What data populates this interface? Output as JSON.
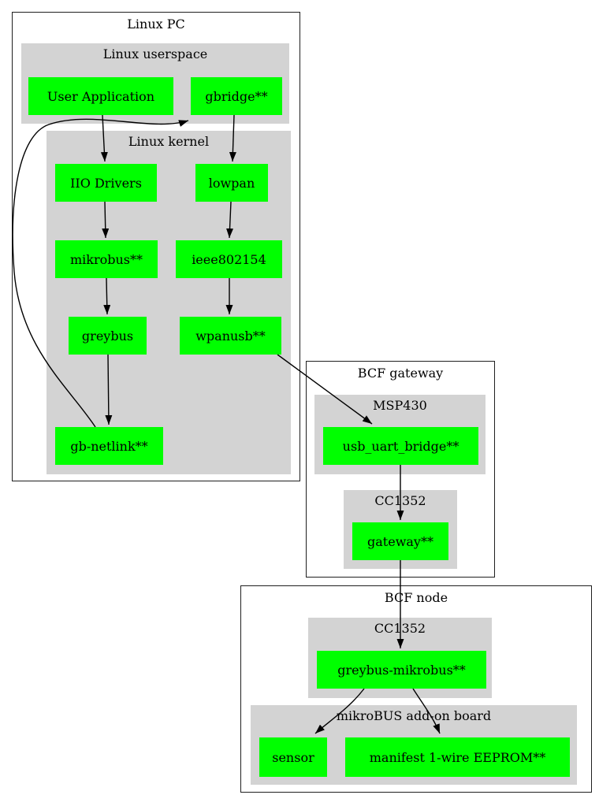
{
  "diagram": {
    "background": "#ffffff",
    "colors": {
      "node_fill": "#00ff00",
      "cluster_fill": "#d3d3d3",
      "box_border": "#1f1f1f",
      "edge": "#000000",
      "text": "#000000"
    },
    "boxes": {
      "linux_pc": {
        "title": "Linux PC"
      },
      "bcf_gateway": {
        "title": "BCF gateway"
      },
      "bcf_node": {
        "title": "BCF node"
      }
    },
    "clusters": {
      "linux_userspace": {
        "title": "Linux userspace"
      },
      "linux_kernel": {
        "title": "Linux kernel"
      },
      "msp430": {
        "title": "MSP430"
      },
      "cc1352_gateway": {
        "title": "CC1352"
      },
      "cc1352_node": {
        "title": "CC1352"
      },
      "mikrobus_addon": {
        "title": "mikroBUS add-on board"
      }
    },
    "nodes": {
      "user_application": {
        "label": "User Application"
      },
      "gbridge": {
        "label": "gbridge**"
      },
      "iio_drivers": {
        "label": "IIO Drivers"
      },
      "lowpan": {
        "label": "lowpan"
      },
      "mikrobus": {
        "label": "mikrobus**"
      },
      "ieee802154": {
        "label": "ieee802154"
      },
      "greybus": {
        "label": "greybus"
      },
      "wpanusb": {
        "label": "wpanusb**"
      },
      "gb_netlink": {
        "label": "gb-netlink**"
      },
      "usb_uart_bridge": {
        "label": "usb_uart_bridge**"
      },
      "gateway": {
        "label": "gateway**"
      },
      "greybus_mikrobus": {
        "label": "greybus-mikrobus**"
      },
      "sensor": {
        "label": "sensor"
      },
      "manifest_eeprom": {
        "label": "manifest 1-wire EEPROM**"
      }
    },
    "edges": [
      {
        "from": "user_application",
        "to": "iio_drivers"
      },
      {
        "from": "gbridge",
        "to": "lowpan"
      },
      {
        "from": "iio_drivers",
        "to": "mikrobus"
      },
      {
        "from": "lowpan",
        "to": "ieee802154"
      },
      {
        "from": "mikrobus",
        "to": "greybus"
      },
      {
        "from": "ieee802154",
        "to": "wpanusb"
      },
      {
        "from": "greybus",
        "to": "gb_netlink"
      },
      {
        "from": "gb_netlink",
        "to": "gbridge"
      },
      {
        "from": "wpanusb",
        "to": "usb_uart_bridge"
      },
      {
        "from": "usb_uart_bridge",
        "to": "gateway"
      },
      {
        "from": "gateway",
        "to": "greybus_mikrobus"
      },
      {
        "from": "greybus_mikrobus",
        "to": "sensor"
      },
      {
        "from": "greybus_mikrobus",
        "to": "manifest_eeprom"
      }
    ]
  }
}
